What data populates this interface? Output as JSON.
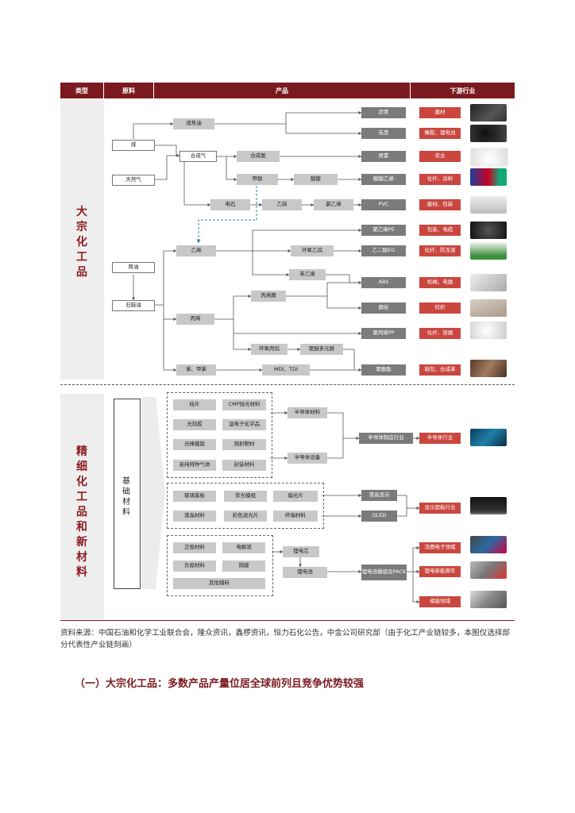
{
  "header": {
    "col_type": "类型",
    "col_raw": "原料",
    "col_product": "产品",
    "col_downstream": "下游行业"
  },
  "sections": {
    "bulk": "大宗化工品",
    "fine": "精细化工品和新材料"
  },
  "basic_materials": "基础材料",
  "bulk_nodes": {
    "coal": "煤",
    "natural_gas": "天然气",
    "crude": "原油",
    "naphtha": "石脑油",
    "coal_tar": "煤焦油",
    "syngas": "合成气",
    "syn_ammonia": "合成氨",
    "methanol": "甲醇",
    "acetic_acid": "醋酸",
    "calcium_carbide": "电石",
    "acetylene": "乙炔",
    "vinyl_chloride": "氯乙烯",
    "ethylene": "乙烯",
    "ethylene_oxide": "环氧乙烷",
    "styrene": "苯乙烯",
    "propylene": "丙烯",
    "acrylonitrile": "丙烯腈",
    "propylene_oxide": "环氧丙烷",
    "polyether_polyol": "聚醚多元醇",
    "benzene_toluene": "苯、甲苯",
    "mdi_tdi": "MDI、TDI"
  },
  "bulk_products": [
    "沥青",
    "炭黑",
    "尿素",
    "醋酸乙烯",
    "PVC",
    "聚乙烯PE",
    "乙二醇EG",
    "ABS",
    "腈纶",
    "聚丙烯PP",
    "聚氨酯"
  ],
  "bulk_downstream": [
    "建材",
    "橡胶、锂电池",
    "农业",
    "化纤、涂料",
    "建材、包装",
    "包装、电缆",
    "化纤、防冻液",
    "机械、电器",
    "纺织",
    "化纤、容器",
    "鞋包、合成革"
  ],
  "fine_group1": [
    "硅片",
    "CMP抛光材料",
    "光刻胶",
    "湿电子化学品",
    "光掩模版",
    "溅射靶材",
    "高纯特种气体",
    "封装材料"
  ],
  "fine_group1_mid": [
    "半导体材料",
    "半导体设备"
  ],
  "fine_group1_out": "半导体制造行业",
  "fine_group1_down": "半导体行业",
  "fine_group2": [
    "玻璃基板",
    "背光模组",
    "偏光片",
    "液晶材料",
    "彩色滤光片",
    "终端材料"
  ],
  "fine_group2_out": [
    "液晶显示",
    "OLED"
  ],
  "fine_group2_down": "显示面板行业",
  "fine_group3": [
    "正极材料",
    "电解液",
    "负极材料",
    "隔膜",
    "其他辅料"
  ],
  "fine_group3_mid": [
    "锂电芯",
    "锂电池"
  ],
  "fine_group3_out": "锂电池模组及PACK",
  "fine_group3_down": [
    "消费电子领域",
    "锂电新能源车",
    "储能领域"
  ],
  "source": "资料来源：中国石油和化学工业联合会，隆众资讯，鑫椤资讯，恒力石化公告，中金公司研究部（由于化工产业链较多，本图仅选择部分代表性产业链刻画）",
  "heading": "（一）大宗化工品：多数产品产量位居全球前列且竞争优势较强",
  "colors": {
    "header": "#7a1a1f",
    "title": "#8b1a1e",
    "downstream": "#c9473f",
    "product": "#7b7b7b",
    "arrow": "#555555",
    "dashed_link": "#2e86ab"
  }
}
